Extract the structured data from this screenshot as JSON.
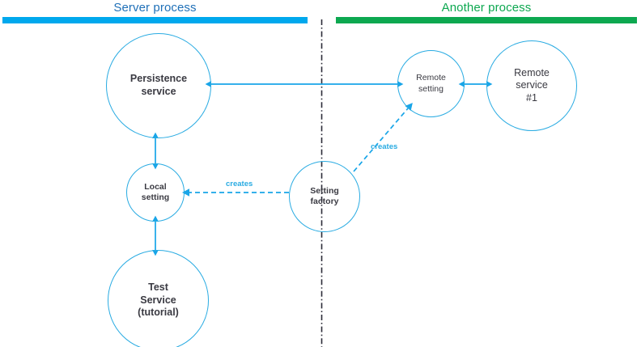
{
  "diagram": {
    "title_left": "Server process",
    "title_right": "Another process",
    "colors": {
      "server_accent": "#00A8ED",
      "server_title": "#1F70B8",
      "another_accent": "#0DA850",
      "node_stroke": "#29ABE2",
      "node_text": "#3A3A42",
      "edge_label": "#29ABE2",
      "divider": "#2B2B38"
    },
    "lanes": [
      {
        "name": "server-process",
        "label": "Server process"
      },
      {
        "name": "another-process",
        "label": "Another process"
      }
    ],
    "nodes": [
      {
        "id": "persistence-service",
        "label": "Persistence\nservice",
        "bold": true
      },
      {
        "id": "local-setting",
        "label": "Local\nsetting",
        "bold": true
      },
      {
        "id": "test-service",
        "label": "Test\nService\n(tutorial)",
        "bold": true
      },
      {
        "id": "setting-factory",
        "label": "Setting\nfactory",
        "bold": true
      },
      {
        "id": "remote-setting",
        "label": "Remote\nsetting",
        "bold": false
      },
      {
        "id": "remote-service-1",
        "label": "Remote\nservice\n#1",
        "bold": false
      }
    ],
    "edges": [
      {
        "from": "persistence-service",
        "to": "remote-setting",
        "style": "solid",
        "arrows": "both",
        "label": ""
      },
      {
        "from": "remote-setting",
        "to": "remote-service-1",
        "style": "solid",
        "arrows": "both",
        "label": ""
      },
      {
        "from": "persistence-service",
        "to": "local-setting",
        "style": "solid",
        "arrows": "both",
        "label": ""
      },
      {
        "from": "local-setting",
        "to": "test-service",
        "style": "solid",
        "arrows": "both",
        "label": ""
      },
      {
        "from": "setting-factory",
        "to": "local-setting",
        "style": "dashed",
        "arrows": "to",
        "label": "creates"
      },
      {
        "from": "setting-factory",
        "to": "remote-setting",
        "style": "dashed",
        "arrows": "to",
        "label": "creates"
      }
    ],
    "edge_labels": {
      "creates_local": "creates",
      "creates_remote": "creates"
    }
  }
}
